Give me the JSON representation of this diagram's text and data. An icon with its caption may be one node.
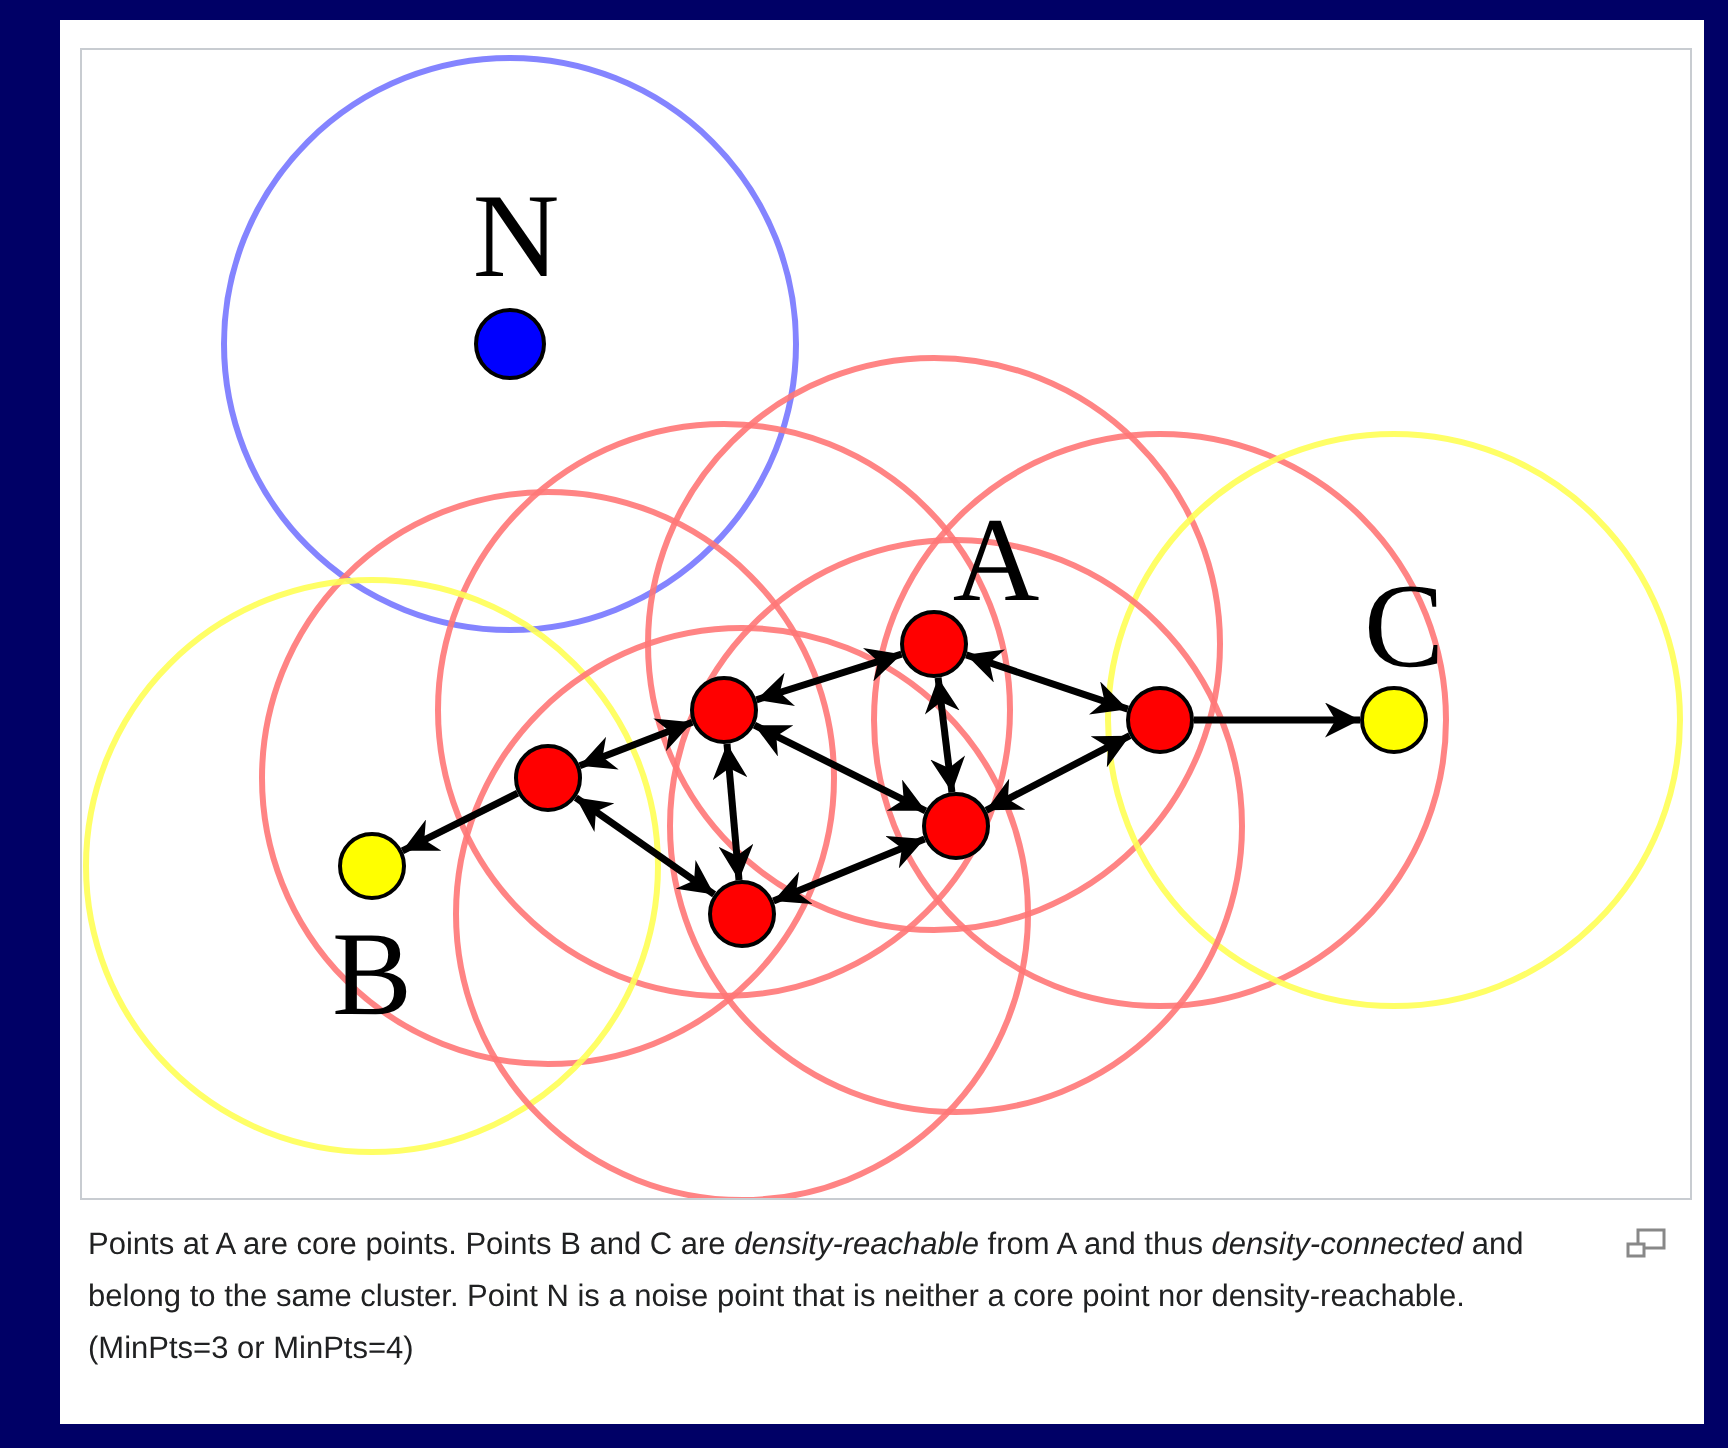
{
  "diagram": {
    "caption": "Points at A are core points. Points B and C are *density-reachable* from A and thus *density-connected* and belong to the same cluster. Point N is a noise point that is neither a core point nor density-reachable. (MinPts=3 or MinPts=4)",
    "nodes": [
      {
        "text": [],
        "shape": "circle",
        "beside": [
          "N"
        ]
      },
      {
        "text": [],
        "shape": "circle",
        "beside": [
          "A"
        ]
      },
      {
        "text": [],
        "shape": "circle"
      },
      {
        "text": [],
        "shape": "circle"
      },
      {
        "text": [],
        "shape": "circle",
        "beside": [
          "C"
        ]
      },
      {
        "text": [],
        "shape": "circle"
      },
      {
        "text": [],
        "shape": "circle"
      },
      {
        "text": [],
        "shape": "circle",
        "beside": [
          "B"
        ]
      },
      {
        "text": [],
        "shape": "circle"
      }
    ],
    "edges": [
      {
        "from": 5,
        "to": 7,
        "arrow": "to"
      },
      {
        "from": 5,
        "to": 2,
        "arrow": "both"
      },
      {
        "from": 5,
        "to": 8,
        "arrow": "both"
      },
      {
        "from": 2,
        "to": 1,
        "arrow": "both"
      },
      {
        "from": 2,
        "to": 8,
        "arrow": "both"
      },
      {
        "from": 2,
        "to": 6,
        "arrow": "both"
      },
      {
        "from": 1,
        "to": 6,
        "arrow": "both"
      },
      {
        "from": 1,
        "to": 3,
        "arrow": "both"
      },
      {
        "from": 6,
        "to": 8,
        "arrow": "both"
      },
      {
        "from": 6,
        "to": 3,
        "arrow": "both"
      },
      {
        "from": 3,
        "to": 4,
        "arrow": "to"
      }
    ]
  }
}
